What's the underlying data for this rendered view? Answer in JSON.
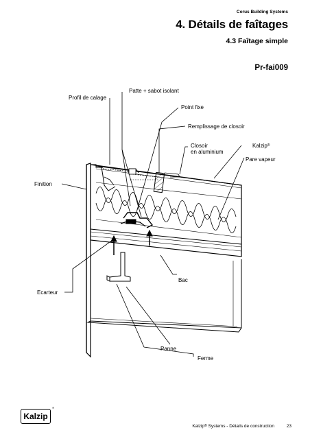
{
  "header": {
    "company": "Corus Building Systems",
    "title": "4. Détails de faîtages",
    "subtitle": "4.3 Faîtage simple",
    "reference": "Pr-fai009"
  },
  "labels": {
    "profil_calage": "Profil de calage",
    "patte_sabot": "Patte + sabot isolant",
    "point_fixe": "Point fixe",
    "remplissage": "Remplissage de closoir",
    "closoir_line1": "Closoir",
    "closoir_line2": "en aluminium",
    "kalzip": "Kalzip",
    "kalzip_reg": "®",
    "pare_vapeur": "Pare vapeur",
    "finition": "Finition",
    "ecarteur": "Ecarteur",
    "bac": "Bac",
    "panne": "Panne",
    "ferme": "Ferme"
  },
  "footer": {
    "logo": "Kalzip",
    "logo_reg": "®",
    "brand": "Kalzip",
    "brand_reg": "®",
    "text": " Systems - Détails de construction",
    "page": "23"
  }
}
